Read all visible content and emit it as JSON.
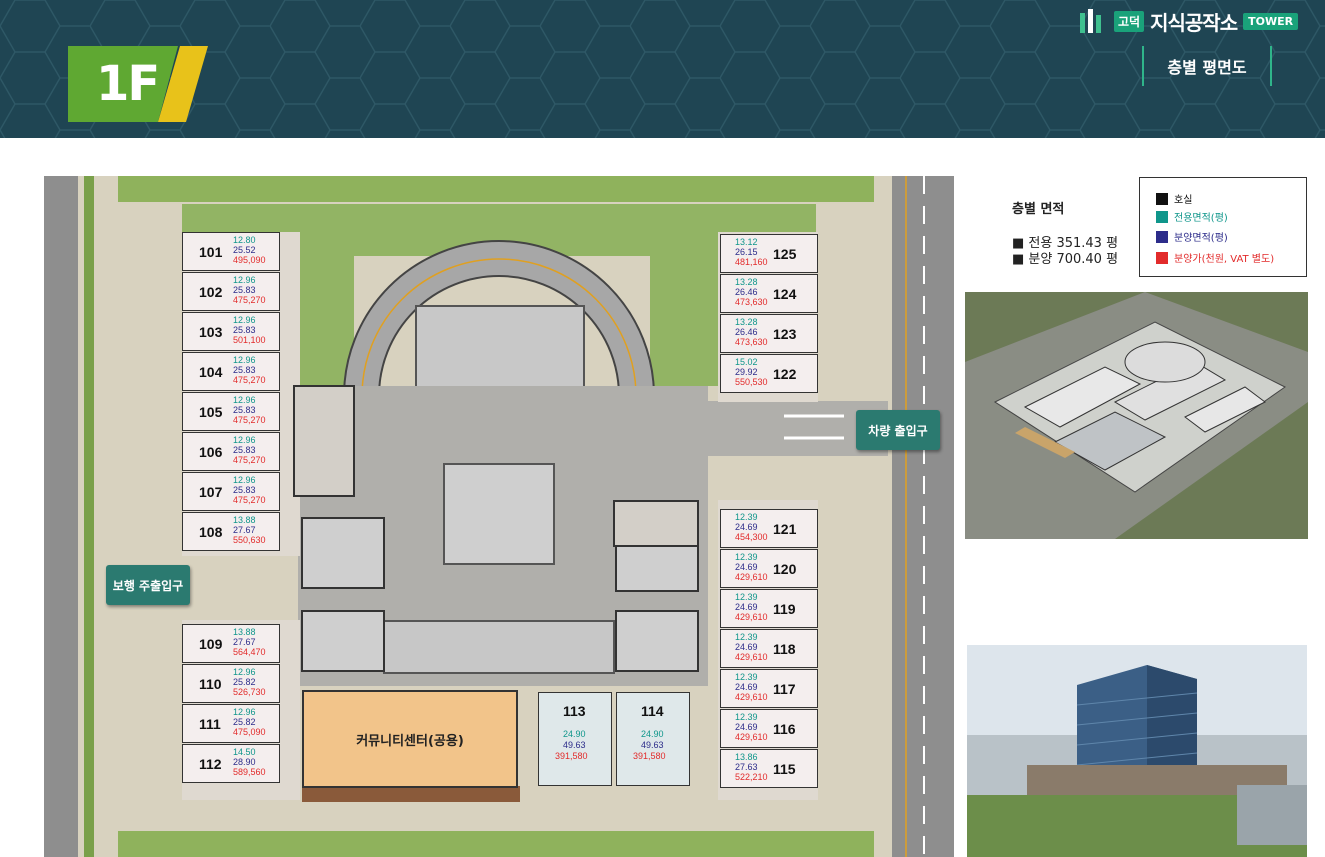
{
  "header": {
    "floor_label": "1F",
    "brand_prefix": "고덕",
    "brand_name": "지식공작소",
    "brand_suffix": "TOWER",
    "subtitle": "층별 평면도"
  },
  "plan": {
    "pedestrian_entrance": "보행 주출입구",
    "vehicle_entrance": "차량 출입구",
    "community_center": "커뮤니티센터(공용)",
    "units": [
      {
        "id": "101",
        "exclusive": "12.80",
        "sale": "25.52",
        "price": "495,090"
      },
      {
        "id": "102",
        "exclusive": "12.96",
        "sale": "25.83",
        "price": "475,270"
      },
      {
        "id": "103",
        "exclusive": "12.96",
        "sale": "25.83",
        "price": "501,100"
      },
      {
        "id": "104",
        "exclusive": "12.96",
        "sale": "25.83",
        "price": "475,270"
      },
      {
        "id": "105",
        "exclusive": "12.96",
        "sale": "25.83",
        "price": "475,270"
      },
      {
        "id": "106",
        "exclusive": "12.96",
        "sale": "25.83",
        "price": "475,270"
      },
      {
        "id": "107",
        "exclusive": "12.96",
        "sale": "25.83",
        "price": "475,270"
      },
      {
        "id": "108",
        "exclusive": "13.88",
        "sale": "27.67",
        "price": "550,630"
      },
      {
        "id": "109",
        "exclusive": "13.88",
        "sale": "27.67",
        "price": "564,470"
      },
      {
        "id": "110",
        "exclusive": "12.96",
        "sale": "25.82",
        "price": "526,730"
      },
      {
        "id": "111",
        "exclusive": "12.96",
        "sale": "25.82",
        "price": "475,090"
      },
      {
        "id": "112",
        "exclusive": "14.50",
        "sale": "28.90",
        "price": "589,560"
      },
      {
        "id": "113",
        "exclusive": "24.90",
        "sale": "49.63",
        "price": "391,580"
      },
      {
        "id": "114",
        "exclusive": "24.90",
        "sale": "49.63",
        "price": "391,580"
      },
      {
        "id": "115",
        "exclusive": "13.86",
        "sale": "27.63",
        "price": "522,210"
      },
      {
        "id": "116",
        "exclusive": "12.39",
        "sale": "24.69",
        "price": "429,610"
      },
      {
        "id": "117",
        "exclusive": "12.39",
        "sale": "24.69",
        "price": "429,610"
      },
      {
        "id": "118",
        "exclusive": "12.39",
        "sale": "24.69",
        "price": "429,610"
      },
      {
        "id": "119",
        "exclusive": "12.39",
        "sale": "24.69",
        "price": "429,610"
      },
      {
        "id": "120",
        "exclusive": "12.39",
        "sale": "24.69",
        "price": "429,610"
      },
      {
        "id": "121",
        "exclusive": "12.39",
        "sale": "24.69",
        "price": "454,300"
      },
      {
        "id": "122",
        "exclusive": "15.02",
        "sale": "29.92",
        "price": "550,530"
      },
      {
        "id": "123",
        "exclusive": "13.28",
        "sale": "26.46",
        "price": "473,630"
      },
      {
        "id": "124",
        "exclusive": "13.28",
        "sale": "26.46",
        "price": "473,630"
      },
      {
        "id": "125",
        "exclusive": "13.12",
        "sale": "26.15",
        "price": "481,160"
      }
    ]
  },
  "floor_area": {
    "title": "층별 면적",
    "exclusive": "■ 전용 351.43 평",
    "sale": "■ 분양 700.40 평"
  },
  "legend": {
    "items": [
      {
        "label": "호실",
        "color": "#111111",
        "text_color": "#111111"
      },
      {
        "label": "전용면적(평)",
        "color": "#0f968b",
        "text_color": "#0f968b"
      },
      {
        "label": "분양면적(평)",
        "color": "#2c2c8a",
        "text_color": "#2c2c8a"
      },
      {
        "label": "분양가(천원, VAT 별도)",
        "color": "#e22b2b",
        "text_color": "#e22b2b"
      }
    ]
  },
  "colors": {
    "header_bg": "#1f4553",
    "badge_green": "#5fa832",
    "badge_yellow": "#e8c21a",
    "tag_teal": "#2b7a70",
    "community_orange": "#f2c48a"
  }
}
